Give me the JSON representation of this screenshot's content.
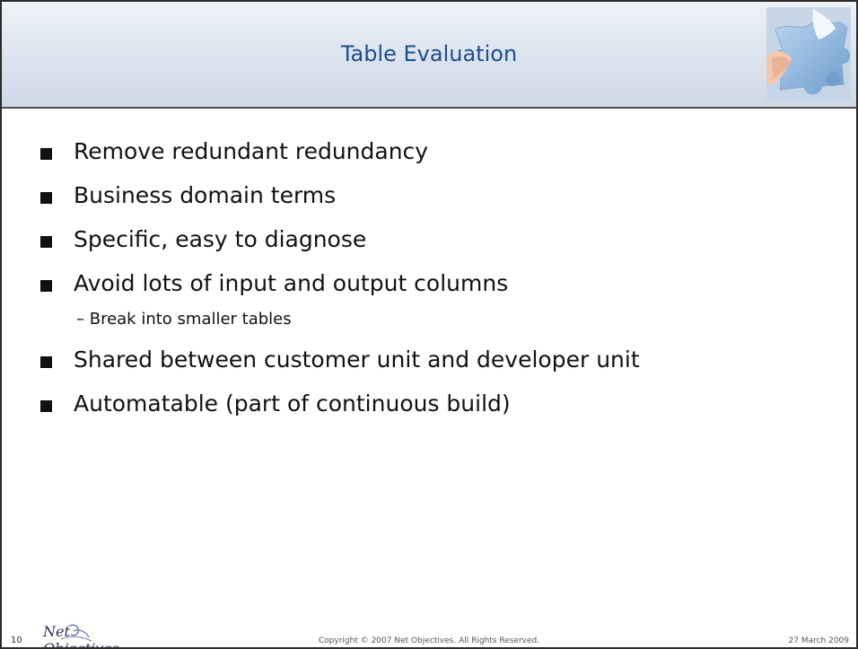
{
  "slide": {
    "title": "Table Evaluation",
    "bullets": [
      {
        "text": "Remove redundant redundancy",
        "subitems": []
      },
      {
        "text": "Business domain terms",
        "subitems": []
      },
      {
        "text": "Specific, easy to diagnose",
        "subitems": []
      },
      {
        "text": "Avoid lots of input and output columns",
        "subitems": [
          "– Break into smaller tables"
        ]
      },
      {
        "text": "Shared between customer unit and developer unit",
        "subitems": []
      },
      {
        "text": "Automatable (part of continuous build)",
        "subitems": []
      }
    ]
  },
  "footer": {
    "page_number": "10",
    "logo_text": "Net Objectives",
    "copyright": "Copyright © 2007 Net Objectives. All Rights Reserved.",
    "date": "27 March 2009"
  },
  "colors": {
    "title": "#1f4e8c",
    "header_gradient": "#dbe3ee",
    "border": "#2b2b2b"
  },
  "icons": {
    "header_image": "puzzle-piece-hand-icon",
    "bullet": "square-bullet-icon"
  }
}
